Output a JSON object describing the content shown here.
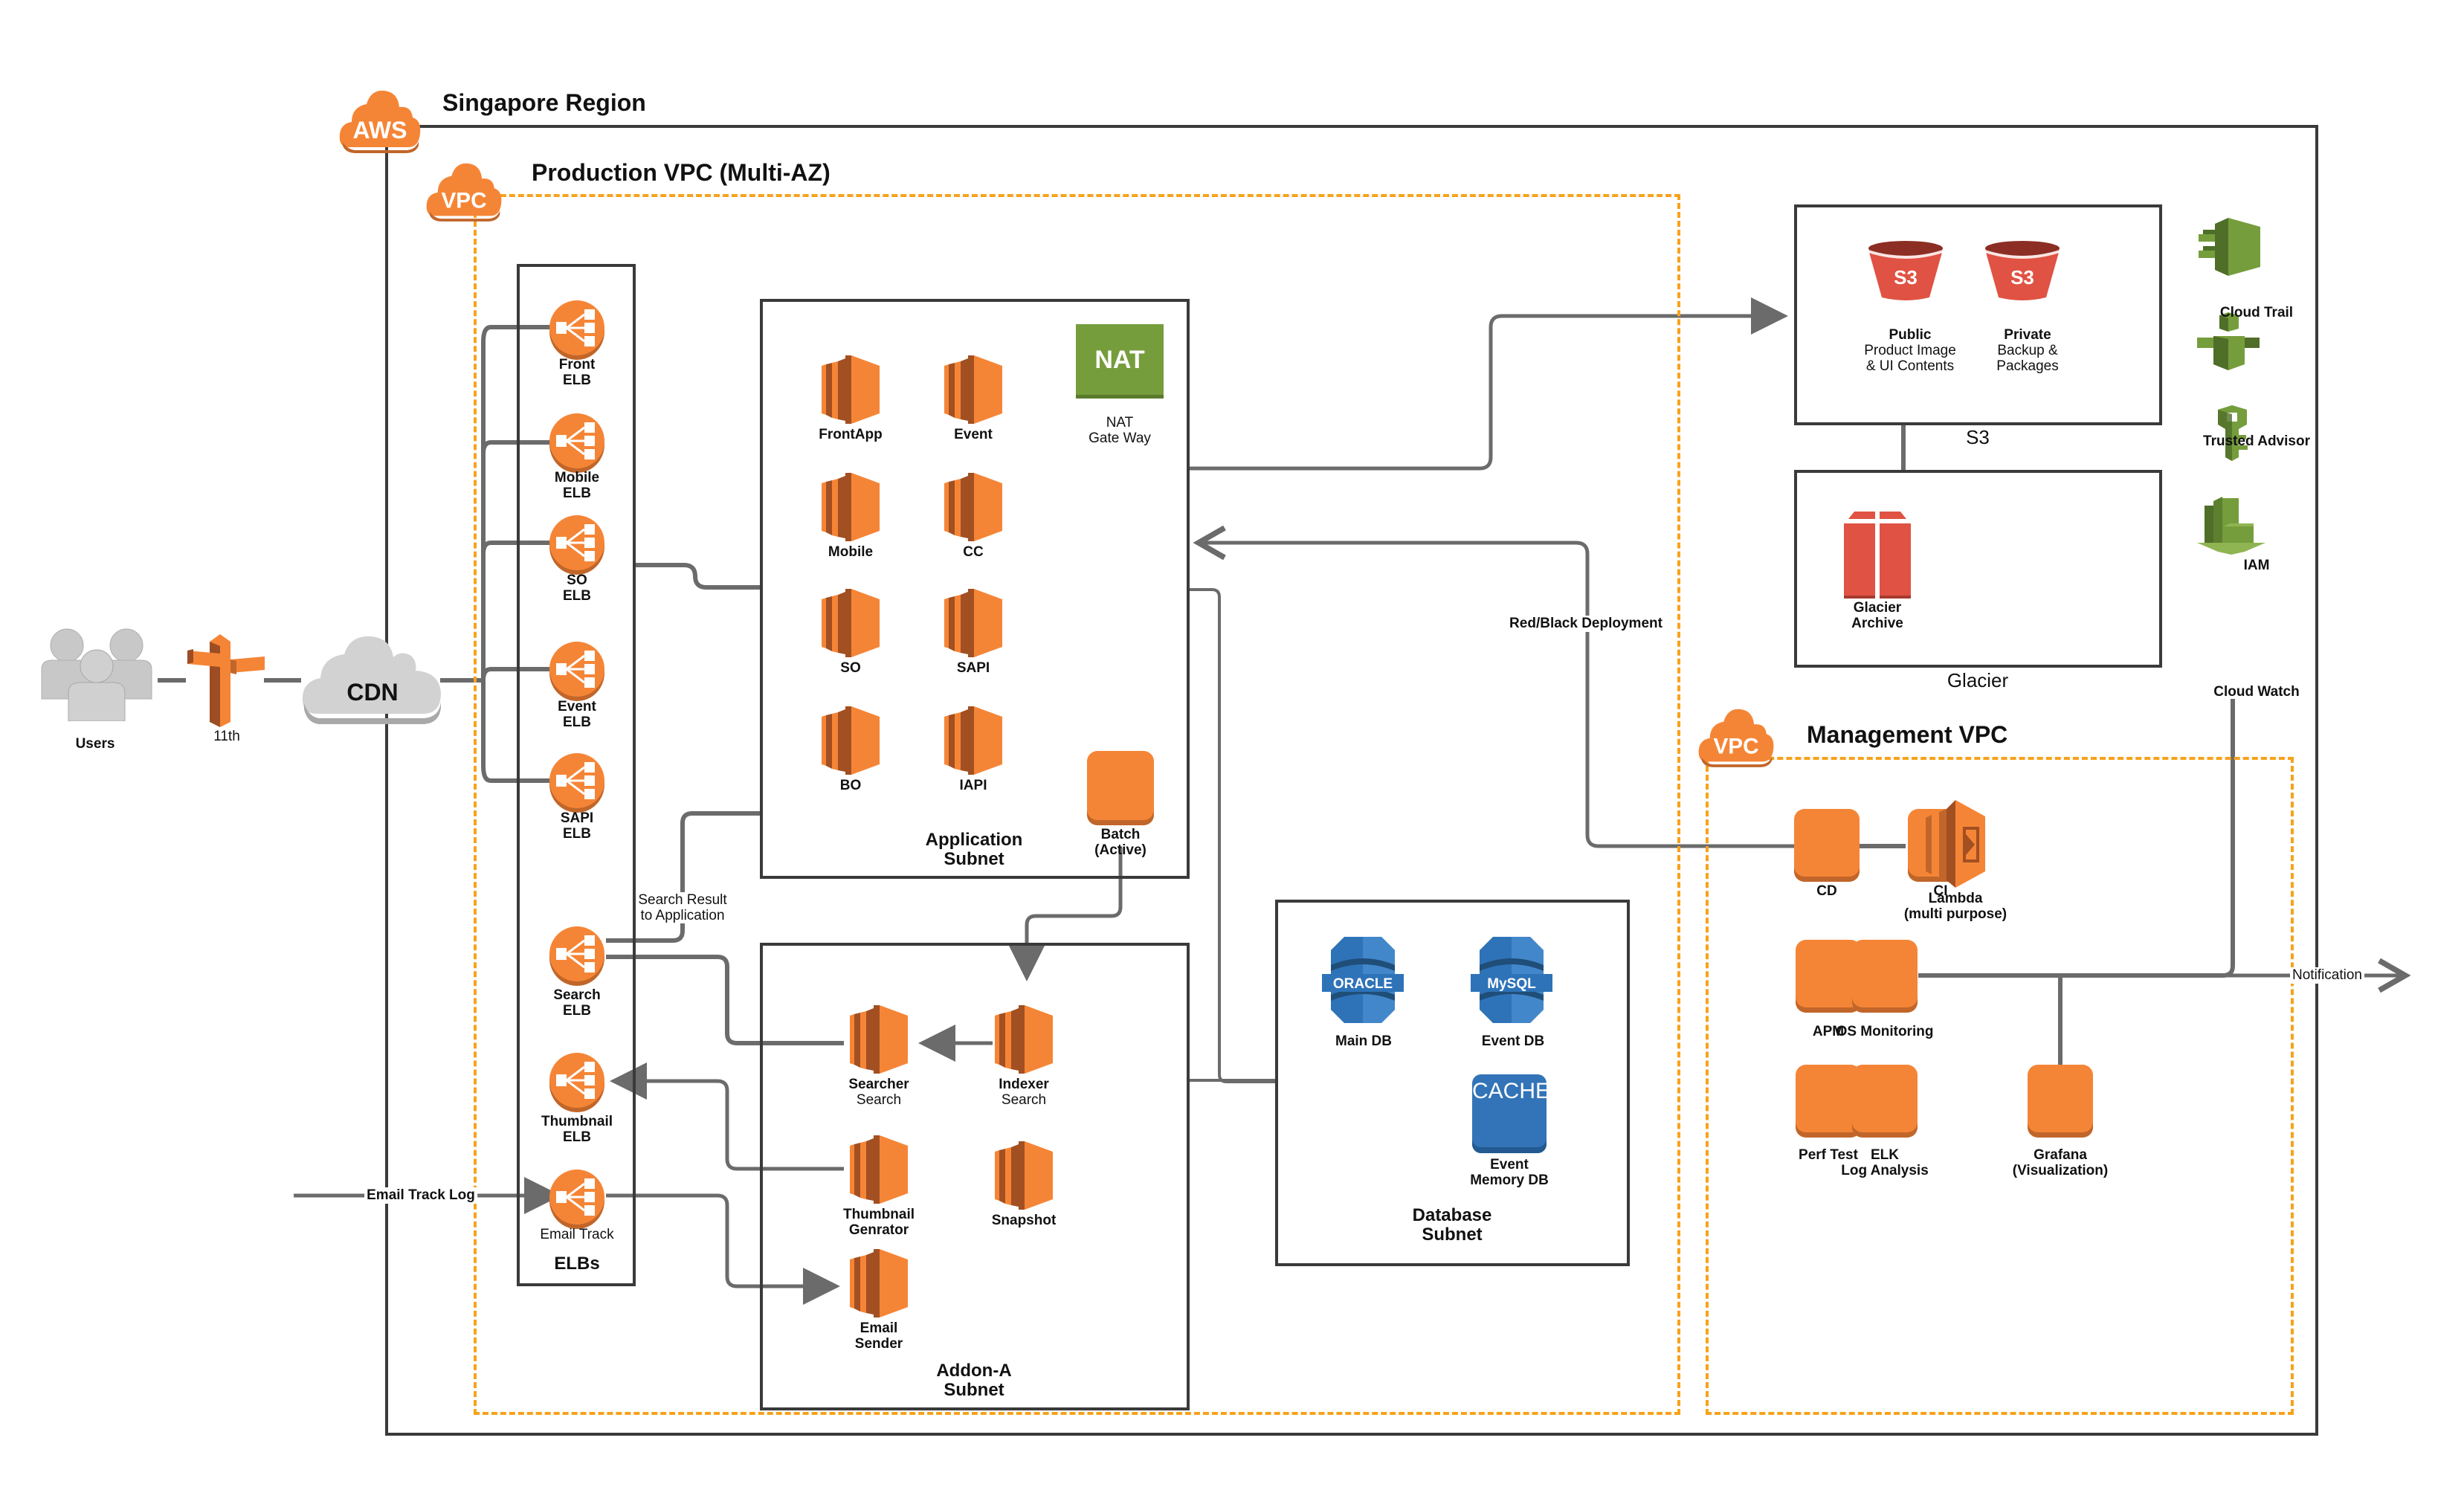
{
  "region": {
    "badge": "AWS",
    "title": "Singapore Region"
  },
  "production_vpc": {
    "badge": "VPC",
    "title": "Production VPC (Multi-AZ)"
  },
  "management_vpc": {
    "badge": "VPC",
    "title": "Management VPC"
  },
  "external": {
    "users": "Users",
    "dns": "11th",
    "cdn": "CDN"
  },
  "elbs": {
    "group_label": "ELBs",
    "items": [
      {
        "line1": "Front",
        "line2": "ELB"
      },
      {
        "line1": "Mobile",
        "line2": "ELB"
      },
      {
        "line1": "SO",
        "line2": "ELB"
      },
      {
        "line1": "Event",
        "line2": "ELB"
      },
      {
        "line1": "SAPI",
        "line2": "ELB"
      },
      {
        "line1": "Search",
        "line2": "ELB"
      },
      {
        "line1": "Thumbnail",
        "line2": "ELB"
      },
      {
        "line1": "Email Track",
        "line2": ""
      }
    ]
  },
  "application_subnet": {
    "label_line1": "Application",
    "label_line2": "Subnet",
    "instances": [
      "FrontApp",
      "Event",
      "Mobile",
      "CC",
      "SO",
      "SAPI",
      "BO",
      "IAPI"
    ],
    "nat": {
      "badge": "NAT",
      "line1": "NAT",
      "line2": "Gate Way"
    },
    "batch": {
      "line1": "Batch",
      "line2": "(Active)"
    }
  },
  "addon_subnet": {
    "label_line1": "Addon-A",
    "label_line2": "Subnet",
    "searcher": {
      "line1": "Searcher",
      "line2": "Search"
    },
    "indexer": {
      "line1": "Indexer",
      "line2": "Search"
    },
    "thumbnail": {
      "line1": "Thumbnail",
      "line2": "Genrator"
    },
    "snapshot": {
      "line1": "Snapshot"
    },
    "email_sender": {
      "line1": "Email",
      "line2": "Sender"
    }
  },
  "database_subnet": {
    "label_line1": "Database",
    "label_line2": "Subnet",
    "main_db": {
      "badge": "ORACLE",
      "label": "Main DB"
    },
    "event_db": {
      "badge": "MySQL",
      "label": "Event DB"
    },
    "memory_db": {
      "badge": "CACHE",
      "line1": "Event",
      "line2": "Memory DB"
    }
  },
  "s3": {
    "group_label": "S3",
    "public": {
      "badge": "S3",
      "line1": "Public",
      "line2": "Product Image",
      "line3": "& UI Contents"
    },
    "private": {
      "badge": "S3",
      "line1": "Private",
      "line2": "Backup &",
      "line3": "Packages"
    }
  },
  "glacier": {
    "group_label": "Glacier",
    "archive": {
      "line1": "Glacier",
      "line2": "Archive"
    }
  },
  "global_services": [
    {
      "label": "Cloud Trail"
    },
    {
      "label": "Trusted Advisor"
    },
    {
      "label": "IAM"
    },
    {
      "label": "Cloud Watch"
    }
  ],
  "management": {
    "cd": "CD",
    "ci": "CI",
    "lambda": {
      "line1": "Lambda",
      "line2": "(multi purpose)"
    },
    "apm": "APM",
    "os_monitoring": "OS Monitoring",
    "perf_test": "Perf Test",
    "elk": {
      "line1": "ELK",
      "line2": "Log Analysis"
    },
    "grafana": {
      "line1": "Grafana",
      "line2": "(Visualization)"
    }
  },
  "edge_labels": {
    "search_result": {
      "line1": "Search Result",
      "line2": "to Application"
    },
    "email_track_log": "Email Track Log",
    "red_black": "Red/Black Deployment",
    "notification": "Notification"
  },
  "colors": {
    "aws_orange": "#f58536",
    "aws_orange_dark": "#a24f22",
    "vpc_dash": "#f7a21b",
    "storage_red": "#e05243",
    "db_blue": "#3274b7",
    "mgmt_green": "#769d3c",
    "wire_gray": "#6b6b6b",
    "frame": "#3a3a3a"
  }
}
